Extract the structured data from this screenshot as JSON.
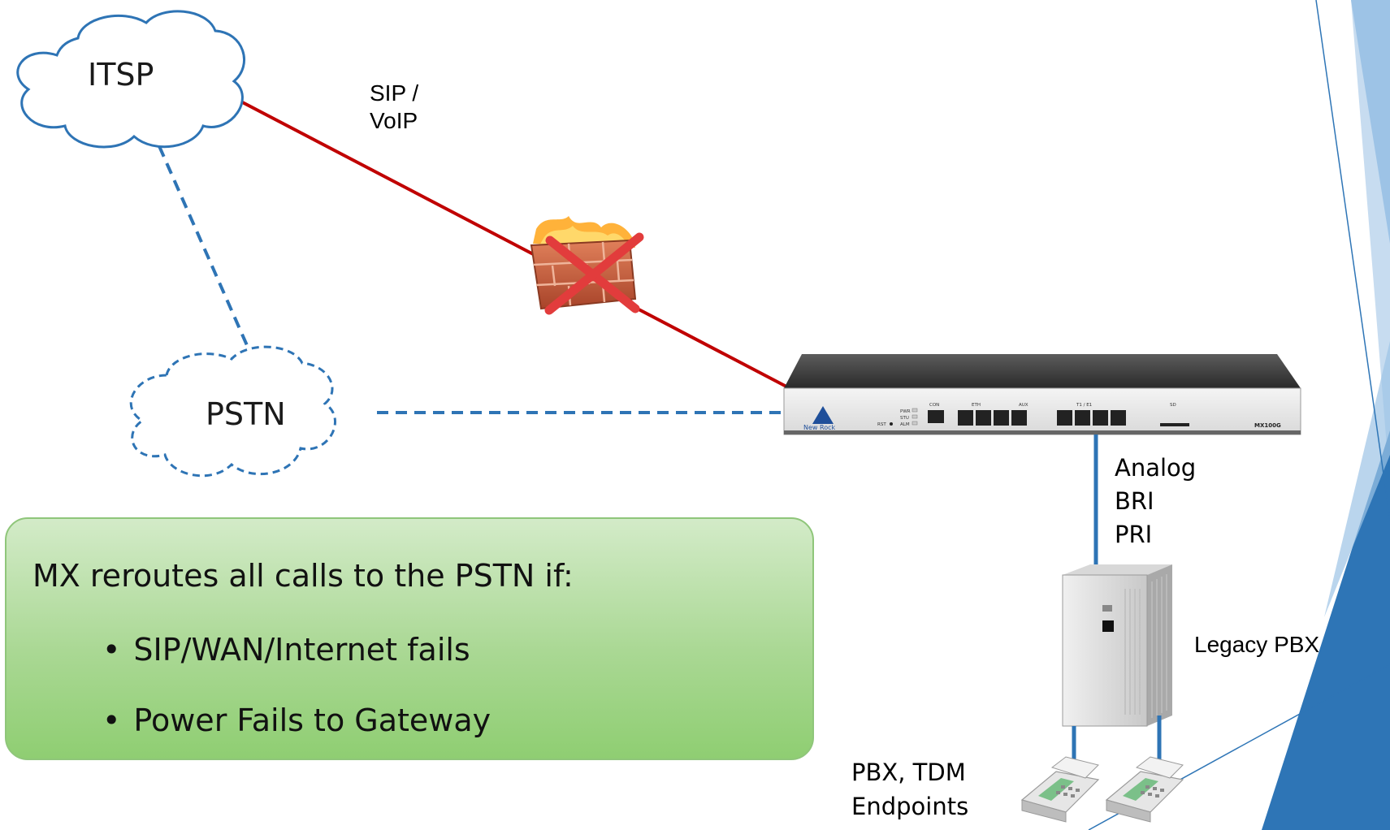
{
  "nodes": {
    "itsp_label": "ITSP",
    "pstn_label": "PSTN",
    "pbx_label": "Legacy PBX",
    "endpoints_label_line1": "PBX, TDM",
    "endpoints_label_line2": "Endpoints"
  },
  "gateway": {
    "brand": "New Rock",
    "model": "MX100G",
    "port_group_labels": [
      "CON",
      "ETH",
      "AUX",
      "T1 / E1",
      "SD"
    ],
    "led_labels": [
      "PWR",
      "STU",
      "ALM"
    ],
    "rst_label": "RST"
  },
  "links": {
    "sip_label_line1": "SIP /",
    "sip_label_line2": "VoIP",
    "interface_types": [
      "Analog",
      "BRI",
      "PRI"
    ]
  },
  "info_box": {
    "heading": "MX reroutes all calls to the PSTN if:",
    "bullets": [
      "SIP/WAN/Internet fails",
      "Power Fails to Gateway"
    ]
  },
  "colors": {
    "sip_link": "#c00000",
    "pstn_link": "#2e74b5",
    "info_box_fill": "#a9d18e",
    "slide_accent_dark": "#2e75b6",
    "slide_accent_light": "#9dc3e6"
  }
}
